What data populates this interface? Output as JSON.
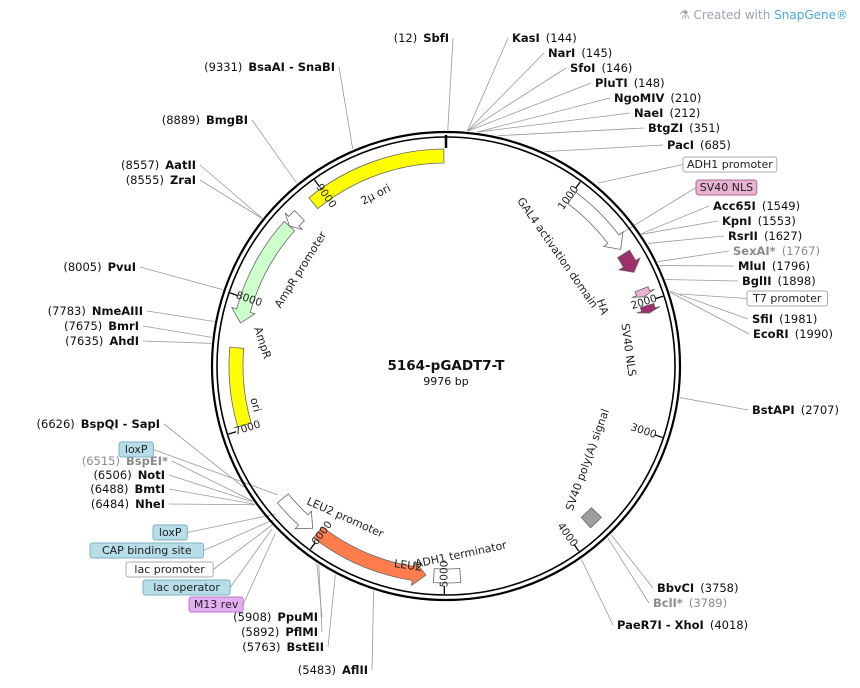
{
  "credit": {
    "prefix": "Created with",
    "brand": "SnapGene®"
  },
  "plasmid": {
    "name": "5164-pGADT7-T",
    "length": "9976 bp",
    "length_bp": 9976
  },
  "ticks": [
    "1000",
    "2000",
    "3000",
    "4000",
    "5000",
    "6000",
    "7000",
    "8000",
    "9000"
  ],
  "sites": [
    {
      "pos": "(12)",
      "name": "SbfI",
      "bp": 12,
      "side": "left"
    },
    {
      "pos": "(144)",
      "name": "KasI",
      "bp": 144,
      "side": "right"
    },
    {
      "pos": "(145)",
      "name": "NarI",
      "bp": 145,
      "side": "right"
    },
    {
      "pos": "(146)",
      "name": "SfoI",
      "bp": 146,
      "side": "right"
    },
    {
      "pos": "(148)",
      "name": "PluTI",
      "bp": 148,
      "side": "right"
    },
    {
      "pos": "(210)",
      "name": "NgoMIV",
      "bp": 210,
      "side": "right"
    },
    {
      "pos": "(212)",
      "name": "NaeI",
      "bp": 212,
      "side": "right"
    },
    {
      "pos": "(351)",
      "name": "BtgZI",
      "bp": 351,
      "side": "right"
    },
    {
      "pos": "(685)",
      "name": "PacI",
      "bp": 685,
      "side": "right"
    },
    {
      "pos": "(1549)",
      "name": "Acc65I",
      "bp": 1549,
      "side": "right"
    },
    {
      "pos": "(1553)",
      "name": "KpnI",
      "bp": 1553,
      "side": "right"
    },
    {
      "pos": "(1627)",
      "name": "RsrII",
      "bp": 1627,
      "side": "right"
    },
    {
      "pos": "(1767)",
      "name": "SexAI*",
      "bp": 1767,
      "side": "right",
      "grey": true
    },
    {
      "pos": "(1796)",
      "name": "MluI",
      "bp": 1796,
      "side": "right"
    },
    {
      "pos": "(1898)",
      "name": "BglII",
      "bp": 1898,
      "side": "right"
    },
    {
      "pos": "(1981)",
      "name": "SfiI",
      "bp": 1981,
      "side": "right"
    },
    {
      "pos": "(1990)",
      "name": "EcoRI",
      "bp": 1990,
      "side": "right"
    },
    {
      "pos": "(2707)",
      "name": "BstAPI",
      "bp": 2707,
      "side": "right"
    },
    {
      "pos": "(3758)",
      "name": "BbvCI",
      "bp": 3758,
      "side": "right"
    },
    {
      "pos": "(3789)",
      "name": "BclI*",
      "bp": 3789,
      "side": "right",
      "grey": true
    },
    {
      "pos": "(4018)",
      "name": "PaeR7I - XhoI",
      "bp": 4018,
      "side": "right"
    },
    {
      "pos": "(5483)",
      "name": "AflII",
      "bp": 5483,
      "side": "left"
    },
    {
      "pos": "(5763)",
      "name": "BstEII",
      "bp": 5763,
      "side": "left"
    },
    {
      "pos": "(5892)",
      "name": "PflMI",
      "bp": 5892,
      "side": "left"
    },
    {
      "pos": "(5908)",
      "name": "PpuMI",
      "bp": 5908,
      "side": "left"
    },
    {
      "pos": "(6484)",
      "name": "NheI",
      "bp": 6484,
      "side": "left"
    },
    {
      "pos": "(6488)",
      "name": "BmtI",
      "bp": 6488,
      "side": "left"
    },
    {
      "pos": "(6506)",
      "name": "NotI",
      "bp": 6506,
      "side": "left"
    },
    {
      "pos": "(6515)",
      "name": "BspEI*",
      "bp": 6515,
      "side": "left",
      "grey": true
    },
    {
      "pos": "(6626)",
      "name": "BspQI - SapI",
      "bp": 6626,
      "side": "left"
    },
    {
      "pos": "(7635)",
      "name": "AhdI",
      "bp": 7635,
      "side": "left"
    },
    {
      "pos": "(7675)",
      "name": "BmrI",
      "bp": 7675,
      "side": "left"
    },
    {
      "pos": "(7783)",
      "name": "NmeAIII",
      "bp": 7783,
      "side": "left"
    },
    {
      "pos": "(8005)",
      "name": "PvuI",
      "bp": 8005,
      "side": "left"
    },
    {
      "pos": "(8555)",
      "name": "ZraI",
      "bp": 8555,
      "side": "left"
    },
    {
      "pos": "(8557)",
      "name": "AatII",
      "bp": 8557,
      "side": "left"
    },
    {
      "pos": "(8889)",
      "name": "BmgBI",
      "bp": 8889,
      "side": "left"
    },
    {
      "pos": "(9331)",
      "name": "BsaAI - SnaBI",
      "bp": 9331,
      "side": "left"
    }
  ],
  "boxed_labels": [
    {
      "text": "ADH1 promoter",
      "style": "white"
    },
    {
      "text": "SV40 NLS",
      "style": "pink"
    },
    {
      "text": "T7 promoter",
      "style": "white"
    },
    {
      "text": "loxP",
      "style": "blue"
    },
    {
      "text": "loxP",
      "style": "blue"
    },
    {
      "text": "CAP binding site",
      "style": "blue"
    },
    {
      "text": "lac promoter",
      "style": "white"
    },
    {
      "text": "lac operator",
      "style": "blue"
    },
    {
      "text": "M13 rev",
      "style": "purple"
    }
  ],
  "features": [
    {
      "name": "2μ ori",
      "start": 8890,
      "end": 9960,
      "color": "#ffff00",
      "dir": "none"
    },
    {
      "name": "GAL4 activation domain",
      "start": 1020,
      "end": 1560,
      "color": "#ffffff",
      "dir": "cw"
    },
    {
      "name": "SV40 NLS",
      "start": 1600,
      "end": 1760,
      "color": "#9e2f6b",
      "dir": "cw"
    },
    {
      "name": "HA",
      "start": 1900,
      "end": 1960,
      "color": "#e8b3d0",
      "dir": "cw"
    },
    {
      "name": "SV40 NLS",
      "start": 2030,
      "end": 2090,
      "color": "#9e2f6b",
      "dir": "cw"
    },
    {
      "name": "SV40 poly(A) signal",
      "start": 3720,
      "end": 3830,
      "color": "#9e9e9e",
      "dir": "none"
    },
    {
      "name": "ADH1 terminator",
      "start": 4880,
      "end": 5080,
      "color": "#ffffff",
      "dir": "none"
    },
    {
      "name": "LEU2",
      "start": 5140,
      "end": 6030,
      "color": "#ff7d4d",
      "dir": "ccw"
    },
    {
      "name": "LEU2 promoter",
      "start": 6080,
      "end": 6400,
      "color": "#ffffff",
      "dir": "ccw"
    },
    {
      "name": "ori",
      "start": 7030,
      "end": 7620,
      "color": "#ffff00",
      "dir": "none"
    },
    {
      "name": "AmpR",
      "start": 7810,
      "end": 8640,
      "color": "#ccffcc",
      "dir": "ccw"
    },
    {
      "name": "AmpR promoter",
      "start": 8640,
      "end": 8750,
      "color": "#ffffff",
      "dir": "ccw"
    }
  ]
}
